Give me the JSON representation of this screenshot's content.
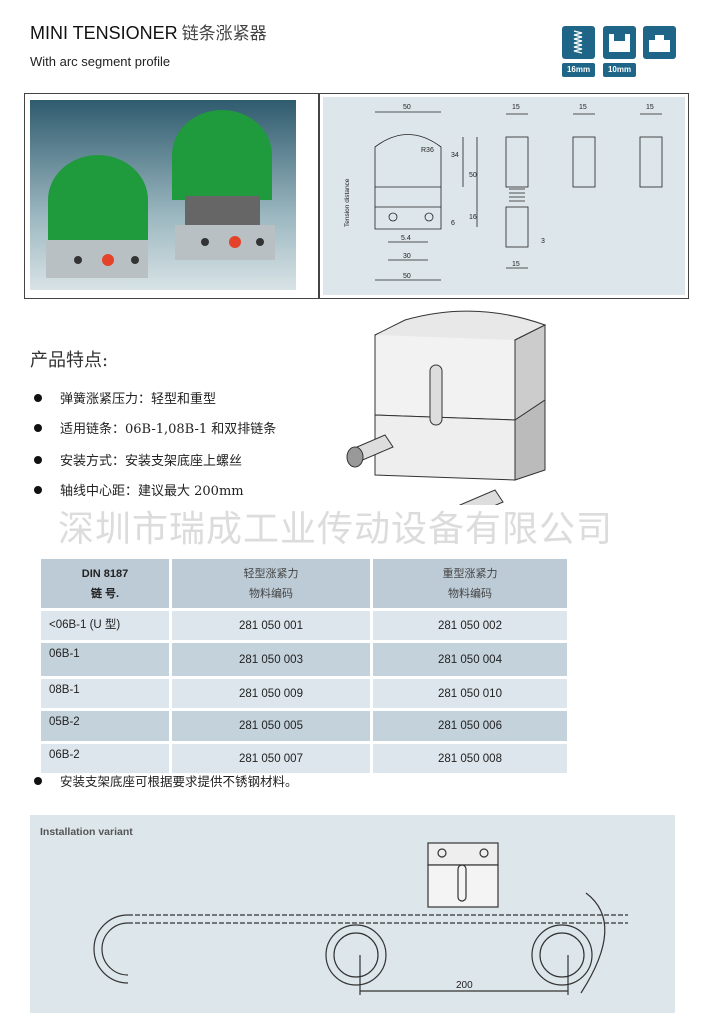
{
  "header": {
    "title": "MINI TENSIONER",
    "title_cn": "链条涨紧器",
    "subtitle": "With arc segment profile",
    "icons": [
      {
        "name": "spring-icon",
        "label": "16mm"
      },
      {
        "name": "profile-u-icon",
        "label": "10mm"
      },
      {
        "name": "profile-block-icon",
        "label": ""
      }
    ],
    "accent": "#1e6587"
  },
  "drawing": {
    "dims": [
      "50",
      "15",
      "15",
      "15",
      "R36",
      "34",
      "50",
      "16",
      "6",
      "5.4",
      "30",
      "50",
      "3",
      "15"
    ],
    "tension_label": "Tension distance"
  },
  "features": {
    "heading": "产品特点:",
    "items": [
      "弹簧涨紧压力：轻型和重型",
      "适用链条：06B-1,08B-1 和双排链条",
      "安装方式：安装支架底座上螺丝",
      "轴线中心距：建议最大 200mm"
    ]
  },
  "watermark": "深圳市瑞成工业传动设备有限公司",
  "table": {
    "headers": [
      [
        "DIN 8187",
        "链 号."
      ],
      [
        "轻型涨紧力",
        "物料编码"
      ],
      [
        "重型涨紧力",
        "物料编码"
      ]
    ],
    "rows": [
      [
        "<06B-1 (U 型)",
        "281 050 001",
        "281 050 002"
      ],
      [
        "06B-1",
        "281 050 003",
        "281 050 004"
      ],
      [
        "08B-1",
        "281 050 009",
        "281 050 010"
      ],
      [
        "05B-2",
        "281 050 005",
        "281 050 006"
      ],
      [
        "06B-2",
        "281 050 007",
        "281 050 008"
      ]
    ]
  },
  "note": "安装支架底座可根据要求提供不锈钢材料。",
  "installation": {
    "label": "Installation variant",
    "dim": "200"
  }
}
